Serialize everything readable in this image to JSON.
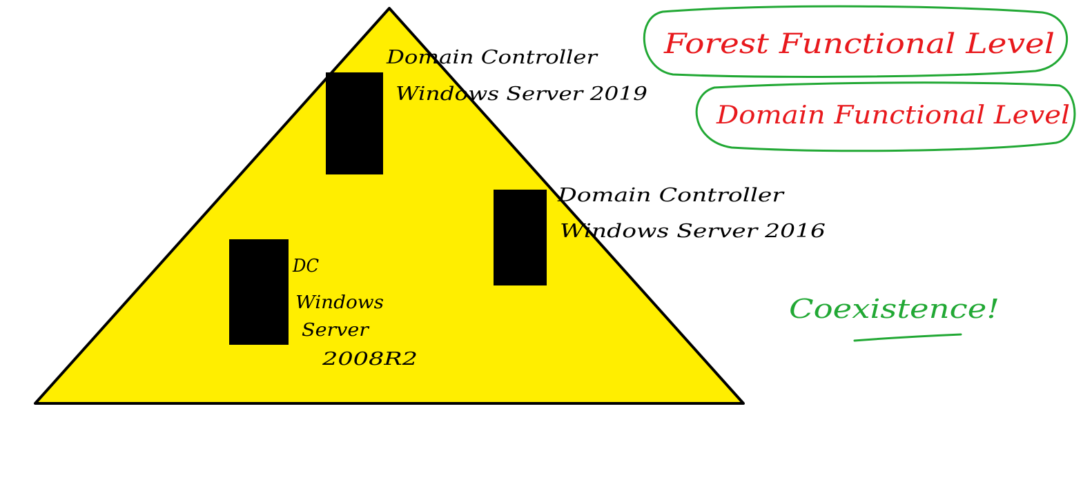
{
  "colors": {
    "triangle_fill": "#ffee00",
    "triangle_stroke": "#000000",
    "dc_box": "#000000",
    "note_black": "#000000",
    "note_red": "#e8181c",
    "note_green": "#21a834",
    "background": "#ffffff"
  },
  "triangle": {
    "dc_top": {
      "line1": "Domain Controller",
      "line2": "Windows Server 2019"
    },
    "dc_right": {
      "line1": "Domain Controller",
      "line2": "Windows Server 2016"
    },
    "dc_left": {
      "line1": "DC",
      "line2": "Windows",
      "line3": "Server",
      "line4": "2008R2"
    }
  },
  "notes": {
    "forest_level": "Forest Functional Level",
    "domain_level": "Domain Functional Level",
    "coexistence": "Coexistence!"
  }
}
